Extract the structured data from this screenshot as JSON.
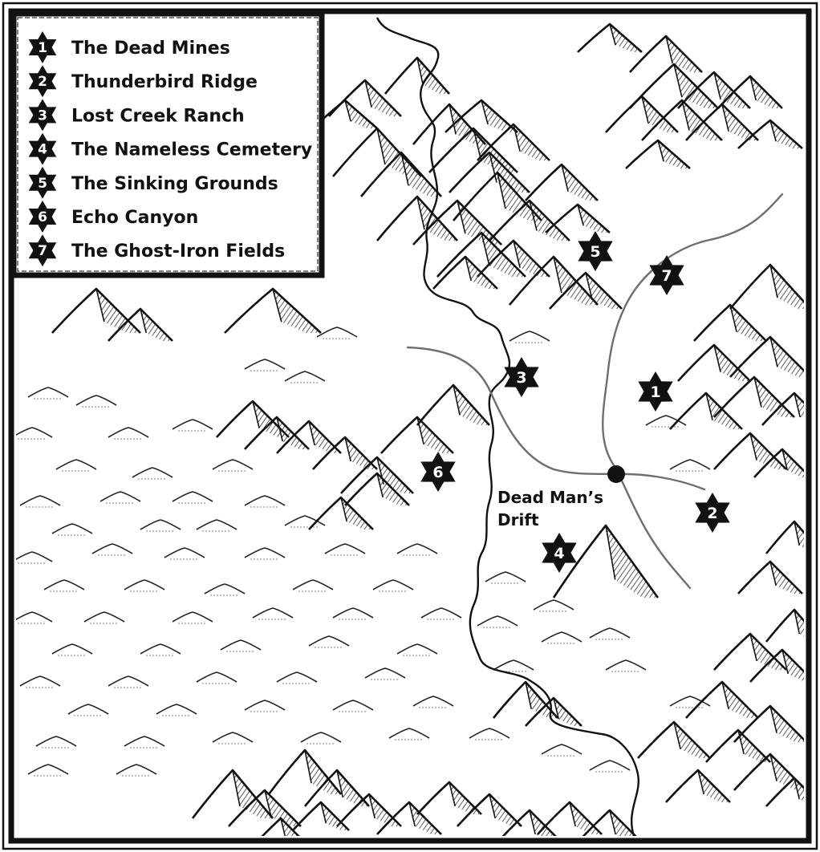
{
  "map": {
    "legend": [
      {
        "num": "1",
        "name": "The Dead Mines"
      },
      {
        "num": "2",
        "name": "Thunderbird Ridge"
      },
      {
        "num": "3",
        "name": "Lost Creek Ranch"
      },
      {
        "num": "4",
        "name": "The Nameless Cemetery"
      },
      {
        "num": "5",
        "name": "The Sinking Grounds"
      },
      {
        "num": "6",
        "name": "Echo Canyon"
      },
      {
        "num": "7",
        "name": "The Ghost-Iron Fields"
      }
    ],
    "town": {
      "line1": "Dead Man’s",
      "line2": "Drift"
    },
    "markers": [
      {
        "num": "1",
        "label": "The Dead Mines"
      },
      {
        "num": "2",
        "label": "Thunderbird Ridge"
      },
      {
        "num": "3",
        "label": "Lost Creek Ranch"
      },
      {
        "num": "4",
        "label": "The Nameless Cemetery"
      },
      {
        "num": "5",
        "label": "The Sinking Grounds"
      },
      {
        "num": "6",
        "label": "Echo Canyon"
      },
      {
        "num": "7",
        "label": "The Ghost-Iron Fields"
      }
    ],
    "colors": {
      "ink": "#111111",
      "road": "#6e6e6e",
      "paper": "#ffffff",
      "hatch": "#333333"
    }
  }
}
